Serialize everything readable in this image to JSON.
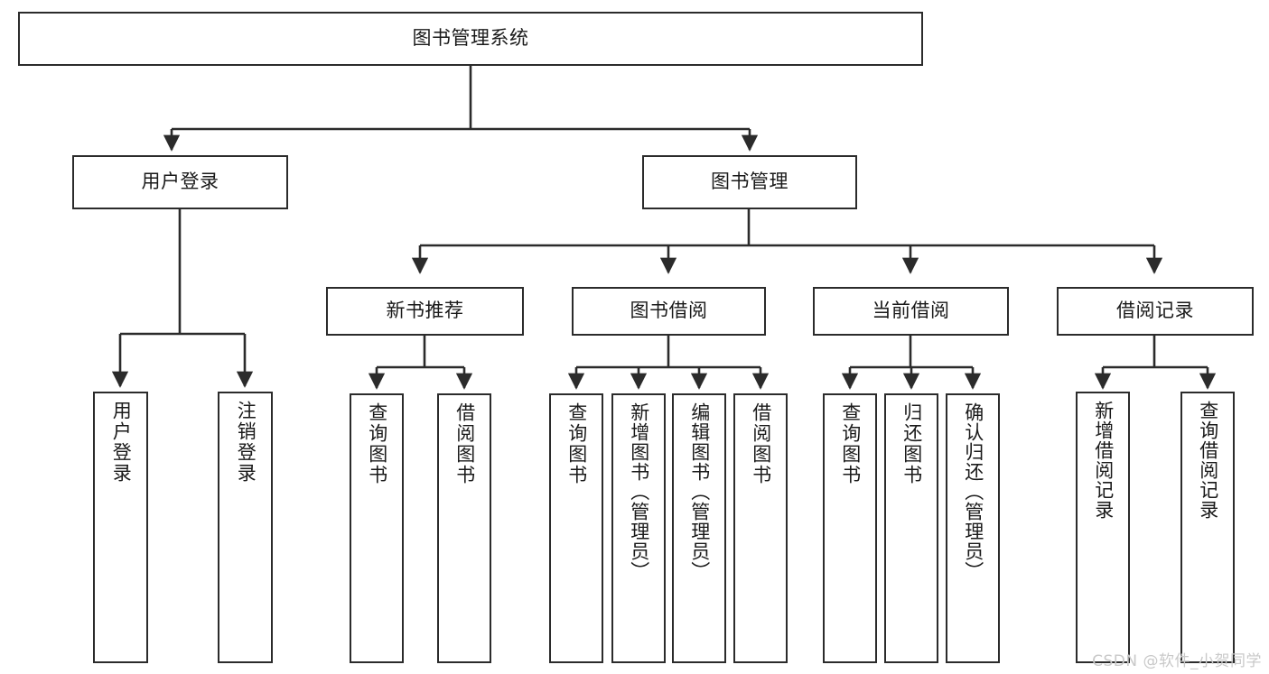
{
  "diagram": {
    "title": "图书管理系统",
    "type": "tree-hierarchy",
    "root": {
      "label": "图书管理系统"
    },
    "level2": [
      {
        "label": "用户登录"
      },
      {
        "label": "图书管理"
      }
    ],
    "level3": [
      {
        "label": "新书推荐"
      },
      {
        "label": "图书借阅"
      },
      {
        "label": "当前借阅"
      },
      {
        "label": "借阅记录"
      }
    ],
    "leaves": {
      "user_login": [
        {
          "label": "用户登录"
        },
        {
          "label": "注销登录"
        }
      ],
      "new_book_recommend": [
        {
          "label": "查询图书"
        },
        {
          "label": "借阅图书"
        }
      ],
      "book_borrow": [
        {
          "label": "查询图书"
        },
        {
          "label": "新增图书（管理员）"
        },
        {
          "label": "编辑图书（管理员）"
        },
        {
          "label": "借阅图书"
        }
      ],
      "current_borrow": [
        {
          "label": "查询图书"
        },
        {
          "label": "归还图书"
        },
        {
          "label": "确认归还（管理员）"
        }
      ],
      "borrow_record": [
        {
          "label": "新增借阅记录"
        },
        {
          "label": "查询借阅记录"
        }
      ]
    }
  },
  "watermark": {
    "text": "CSDN @软件_小贺同学"
  },
  "colors": {
    "stroke": "#2b2b2b",
    "background": "#ffffff",
    "text": "#1a1a1a",
    "watermark": "#c9c9c9"
  }
}
